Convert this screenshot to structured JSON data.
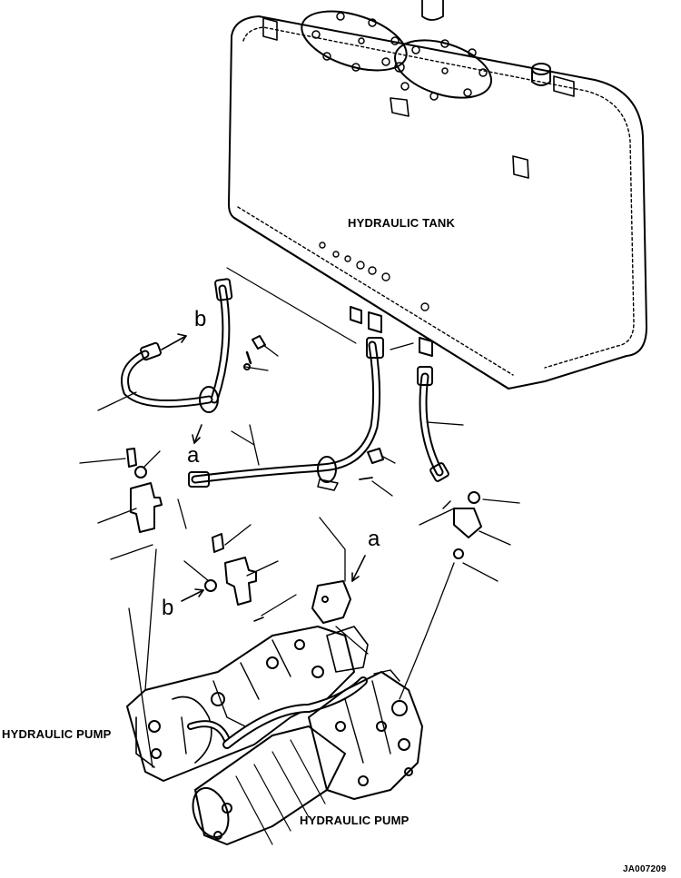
{
  "labels": {
    "hydraulic_tank": "HYDRAULIC TANK",
    "hydraulic_pump_left": "HYDRAULIC PUMP",
    "hydraulic_pump_bottom": "HYDRAULIC PUMP",
    "ref_b_top": "b",
    "ref_a_mid": "a",
    "ref_a_right": "a",
    "ref_b_left": "b",
    "drawing_code": "JA007209"
  },
  "colors": {
    "ink": "#000000",
    "paper": "#ffffff"
  }
}
